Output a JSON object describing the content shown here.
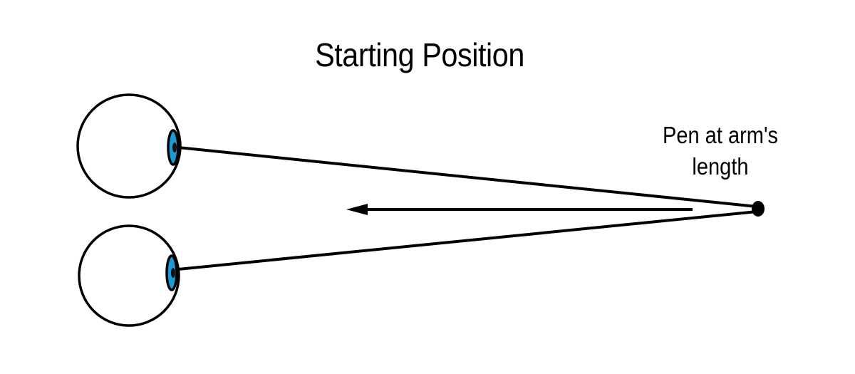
{
  "title": "Starting Position",
  "pen_label": {
    "line1": "Pen at arm's",
    "line2": "length"
  },
  "colors": {
    "stroke": "#000000",
    "iris": "#1a9ad6",
    "pupil": "#111111",
    "background": "#ffffff"
  }
}
